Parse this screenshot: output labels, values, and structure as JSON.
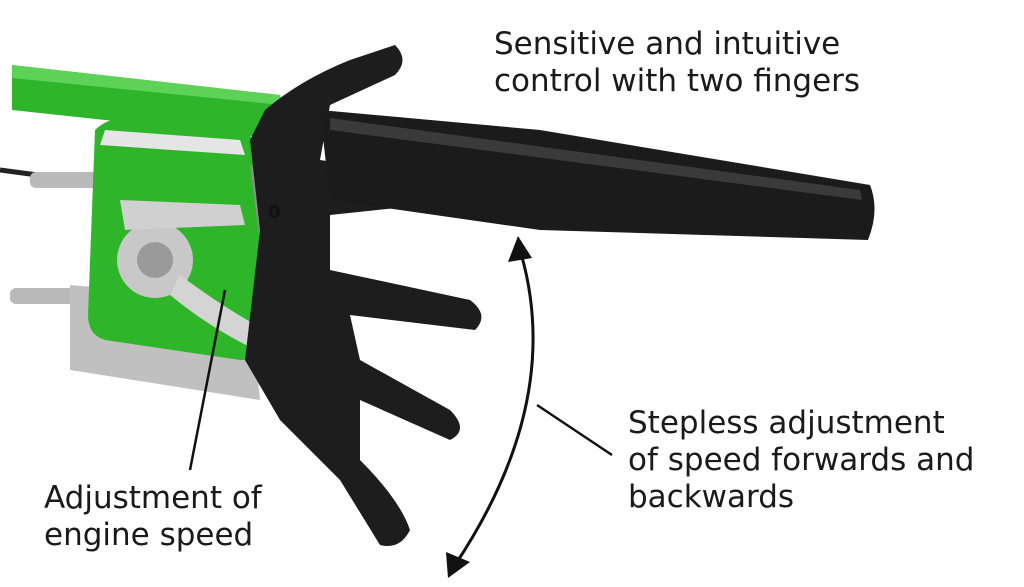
{
  "annotations": {
    "control": [
      "Sensitive and intuitive",
      "control with two fingers"
    ],
    "stepless": [
      "Stepless adjustment",
      "of speed forwards and",
      "backwards"
    ],
    "engine": [
      "Adjustment of",
      "engine speed"
    ]
  },
  "lever_plate": {
    "zero_mark": "0"
  },
  "colors": {
    "frame_green": "#2fb52a",
    "grip_black": "#1b1b1b",
    "lever_silver": "#c8c8c8"
  }
}
